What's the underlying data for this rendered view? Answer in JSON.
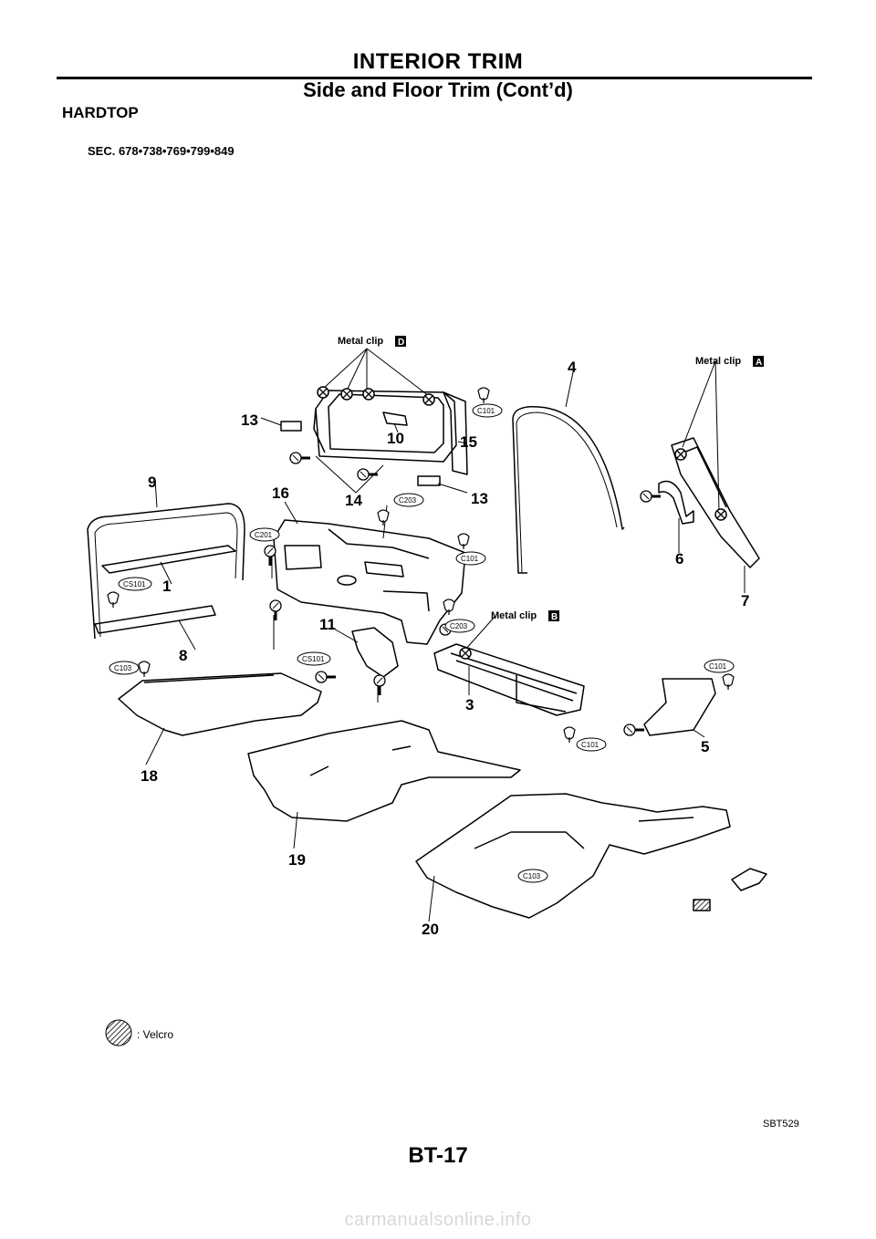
{
  "header": {
    "title": "INTERIOR TRIM",
    "subtitle": "Side and Floor Trim (Cont’d)"
  },
  "section_title": "HARDTOP",
  "sec_codes": "SEC. 678•738•769•799•849",
  "diagram": {
    "metal_clip_label": "Metal clip",
    "metal_clip_refs": [
      "D",
      "A",
      "B"
    ],
    "callouts": [
      "1",
      "3",
      "4",
      "5",
      "6",
      "7",
      "8",
      "9",
      "10",
      "11",
      "13",
      "13",
      "14",
      "15",
      "16",
      "18",
      "19",
      "20"
    ],
    "fastener_codes": [
      "C101",
      "C101",
      "C101",
      "C101",
      "C201",
      "C203",
      "C203",
      "C103",
      "C103",
      "CS101",
      "CS101"
    ],
    "legend_label": ": Velcro",
    "icons": [
      "velcro-pattern-icon",
      "fastener-clip-icon",
      "screw-icon",
      "x-mark-icon"
    ]
  },
  "figure_id": "SBT529",
  "page_number": "BT-17",
  "watermark": "carmanualsonline.info"
}
